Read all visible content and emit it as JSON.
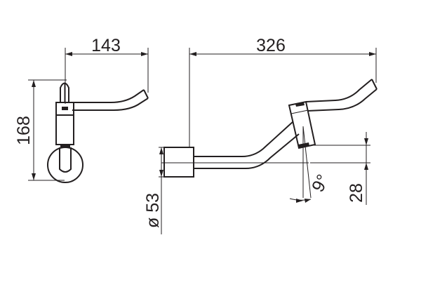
{
  "drawing": {
    "side_view": {
      "width_dimension": "143",
      "height_dimension": "168"
    },
    "front_view": {
      "length_dimension": "326",
      "diameter_dimension": "ø 53",
      "offset_dimension": "28",
      "angle_dimension": "9°"
    },
    "colors": {
      "line": "#231f20",
      "background": "#ffffff"
    }
  }
}
